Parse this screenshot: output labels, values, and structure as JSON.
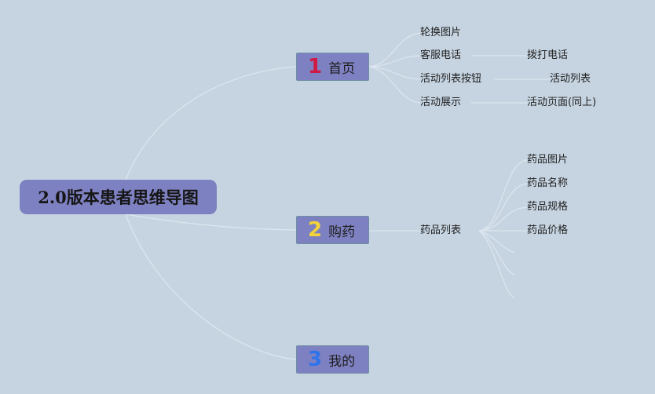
{
  "root": {
    "title": "2.0版本患者思维导图"
  },
  "branches": [
    {
      "number": "1",
      "number_color": "#d11a43",
      "label": "首页",
      "children": [
        {
          "label": "轮换图片",
          "children": []
        },
        {
          "label": "客服电话",
          "children": [
            {
              "label": "拨打电话"
            }
          ]
        },
        {
          "label": "活动列表按钮",
          "children": [
            {
              "label": "活动列表"
            }
          ]
        },
        {
          "label": "活动展示",
          "children": [
            {
              "label": "活动页面(同上)"
            }
          ]
        }
      ]
    },
    {
      "number": "2",
      "number_color": "#f3d23a",
      "label": "购药",
      "children": [
        {
          "label": "药品列表",
          "children": [
            {
              "label": "药品图片"
            },
            {
              "label": "药品名称"
            },
            {
              "label": "药品规格"
            },
            {
              "label": "药品价格"
            }
          ]
        }
      ]
    },
    {
      "number": "3",
      "number_color": "#2f74ea",
      "label": "我的",
      "children": []
    }
  ],
  "colors": {
    "background": "#c6d4e1",
    "node_fill": "#7e81c1",
    "connector": "#dde6ee"
  }
}
